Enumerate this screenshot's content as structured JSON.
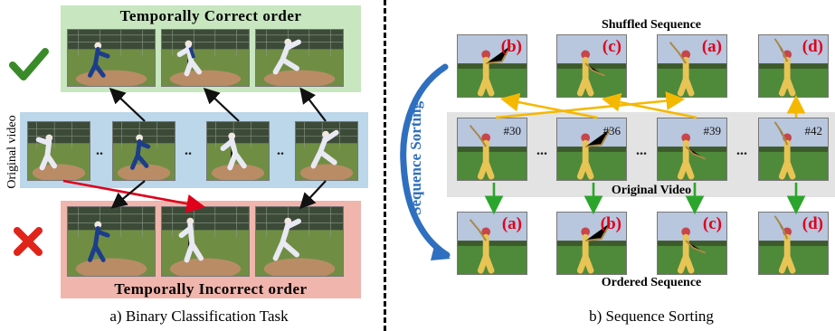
{
  "panel_a": {
    "correct_title": "Temporally Correct order",
    "incorrect_title": "Temporally Incorrect order",
    "side_label": "Original video",
    "ellipsis": "..",
    "caption": "a) Binary Classification Task",
    "colors": {
      "correct_bg": "#c8e6c0",
      "original_bg": "#bcd6ea",
      "incorrect_bg": "#f0b5ac",
      "check": "#3a8a2a",
      "cross": "#e0241a",
      "red_arrow": "#e0001b"
    }
  },
  "panel_b": {
    "shuffled_title": "Shuffled Sequence",
    "original_title": "Original Video",
    "ordered_title": "Ordered Sequence",
    "side_label": "Sequence Sorting",
    "shuffled_labels": [
      "(b)",
      "(c)",
      "(a)",
      "(d)"
    ],
    "original_numbers": [
      "#30",
      "#36",
      "#39",
      "#42"
    ],
    "ordered_labels": [
      "(a)",
      "(b)",
      "(c)",
      "(d)"
    ],
    "ellipsis": "...",
    "caption": "b) Sequence Sorting",
    "colors": {
      "orange_arrow": "#f5b800",
      "green_arrow": "#2ca52c",
      "sorting_arrow": "#2f6fbf",
      "label_red": "#e0001b",
      "band": "#e3e3e3"
    }
  }
}
